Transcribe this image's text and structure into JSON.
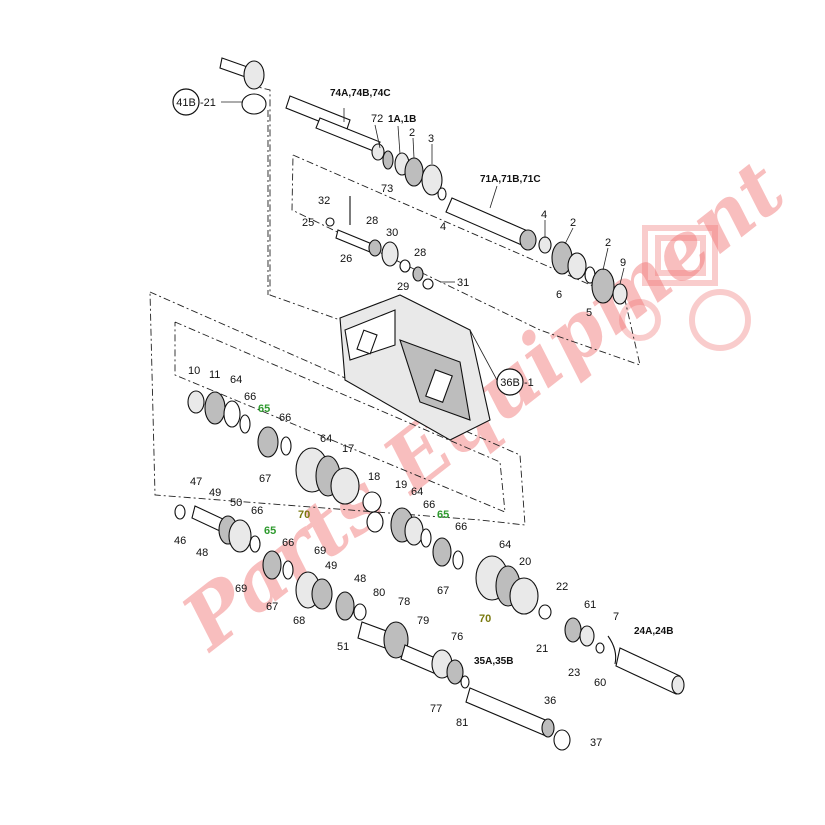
{
  "diagram": {
    "watermark": "Parts Equipment",
    "callouts": [
      {
        "id": "callout-41b",
        "label": "41B",
        "suffix": "-21"
      },
      {
        "id": "callout-36b",
        "label": "36B",
        "suffix": "-1"
      }
    ],
    "labels": {
      "l_74abc": "74A,74B,74C",
      "l_72": "72",
      "l_1ab": "1A,1B",
      "l_2a": "2",
      "l_3": "3",
      "l_73": "73",
      "l_4a": "4",
      "l_71abc": "71A,71B,71C",
      "l_32": "32",
      "l_25": "25",
      "l_28a": "28",
      "l_30": "30",
      "l_26": "26",
      "l_28b": "28",
      "l_29": "29",
      "l_31": "31",
      "l_4b": "4",
      "l_2b": "2",
      "l_2c": "2",
      "l_9": "9",
      "l_6": "6",
      "l_5": "5",
      "l_10": "10",
      "l_11": "11",
      "l_64a": "64",
      "l_66a": "66",
      "l_65a": "65",
      "l_66b": "66",
      "l_67a": "67",
      "l_64b": "64",
      "l_17": "17",
      "l_70a": "70",
      "l_18": "18",
      "l_47": "47",
      "l_49a": "49",
      "l_46": "46",
      "l_48a": "48",
      "l_50": "50",
      "l_66c": "66",
      "l_65b": "65",
      "l_66d": "66",
      "l_69a": "69",
      "l_67b": "67",
      "l_19": "19",
      "l_64c": "64",
      "l_66e": "66",
      "l_65c": "65",
      "l_66f": "66",
      "l_67c": "67",
      "l_64d": "64",
      "l_20": "20",
      "l_70b": "70",
      "l_69b": "69",
      "l_49b": "49",
      "l_48b": "48",
      "l_68": "68",
      "l_80": "80",
      "l_78": "78",
      "l_51": "51",
      "l_79": "79",
      "l_76": "76",
      "l_22": "22",
      "l_61": "61",
      "l_7": "7",
      "l_24ab": "24A,24B",
      "l_21": "21",
      "l_23": "23",
      "l_60": "60",
      "l_35ab": "35A,35B",
      "l_77": "77",
      "l_81": "81",
      "l_36": "36",
      "l_37": "37"
    }
  }
}
